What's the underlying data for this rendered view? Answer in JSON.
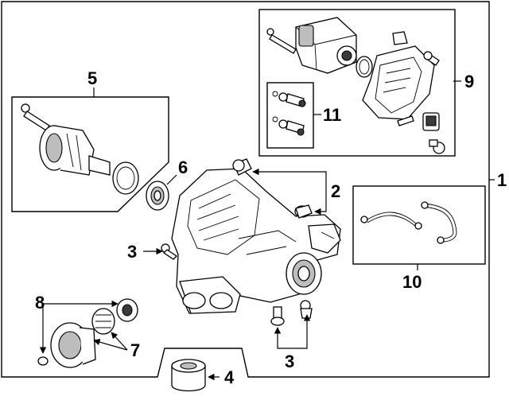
{
  "callouts": {
    "c1": "1",
    "c2": "2",
    "c3_left": "3",
    "c3_bottom": "3",
    "c4": "4",
    "c5": "5",
    "c6": "6",
    "c7": "7",
    "c8": "8",
    "c9": "9",
    "c10": "10",
    "c11": "11"
  },
  "colors": {
    "line": "#000000",
    "background": "#ffffff",
    "shade": "#3a3a3a"
  }
}
